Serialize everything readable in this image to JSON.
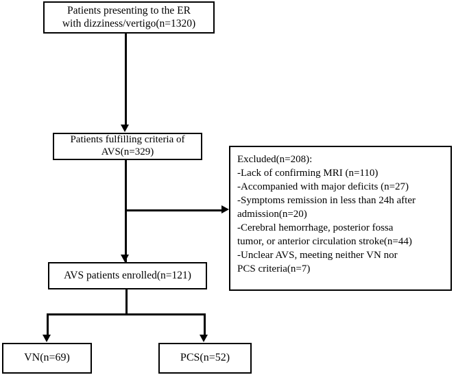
{
  "figure": {
    "type": "flowchart",
    "title": "Patient enrollment flow diagram"
  },
  "nodes": {
    "er_presentation": {
      "id": "box-er",
      "text": "Patients presenting to the ER\nwith dizziness/vertigo(n=1320)",
      "count": 1320
    },
    "avs_criteria": {
      "id": "box-avs-criteria",
      "text": "Patients  fulfilling criteria of\nAVS(n=329)",
      "count": 329
    },
    "excluded": {
      "id": "box-excluded",
      "text": "Excluded(n=208):\n-Lack of confirming MRI (n=110)\n-Accompanied with major deficits (n=27)\n-Symptoms remission in less than 24h after\nadmission(n=20)\n-Cerebral hemorrhage, posterior fossa\ntumor, or anterior circulation stroke(n=44)\n-Unclear AVS, meeting neither VN nor\nPCS criteria(n=7)",
      "count": 208,
      "reasons": [
        {
          "label": "-Lack of confirming MRI (n=110)",
          "count": 110
        },
        {
          "label": "-Accompanied with major deficits (n=27)",
          "count": 27
        },
        {
          "label": "-Symptoms remission in less than 24h after admission(n=20)",
          "count": 20
        },
        {
          "label": "-Cerebral hemorrhage, posterior fossa tumor, or anterior circulation stroke(n=44)",
          "count": 44
        },
        {
          "label": "-Unclear AVS, meeting neither VN nor PCS criteria(n=7)",
          "count": 7
        }
      ]
    },
    "enrolled": {
      "id": "box-enrolled",
      "text": "AVS patients enrolled(n=121)",
      "count": 121
    },
    "vn_group": {
      "id": "box-vn",
      "text": "VN(n=69)",
      "count": 69
    },
    "pcs_group": {
      "id": "box-pcs",
      "text": "PCS(n=52)",
      "count": 52
    }
  },
  "edges": [
    {
      "name": "er-to-criteria",
      "from": "er_presentation",
      "to": "avs_criteria",
      "direction": "down"
    },
    {
      "name": "criteria-to-excluded",
      "from": "avs_criteria",
      "to": "excluded",
      "direction": "right"
    },
    {
      "name": "criteria-to-enrolled",
      "from": "avs_criteria",
      "to": "enrolled",
      "direction": "down"
    },
    {
      "name": "enrolled-to-vn",
      "from": "enrolled",
      "to": "vn_group",
      "direction": "down-left"
    },
    {
      "name": "enrolled-to-pcs",
      "from": "enrolled",
      "to": "pcs_group",
      "direction": "down-right"
    }
  ],
  "style": {
    "stroke": "#000000",
    "background": "#ffffff",
    "text_color": "#000000"
  }
}
